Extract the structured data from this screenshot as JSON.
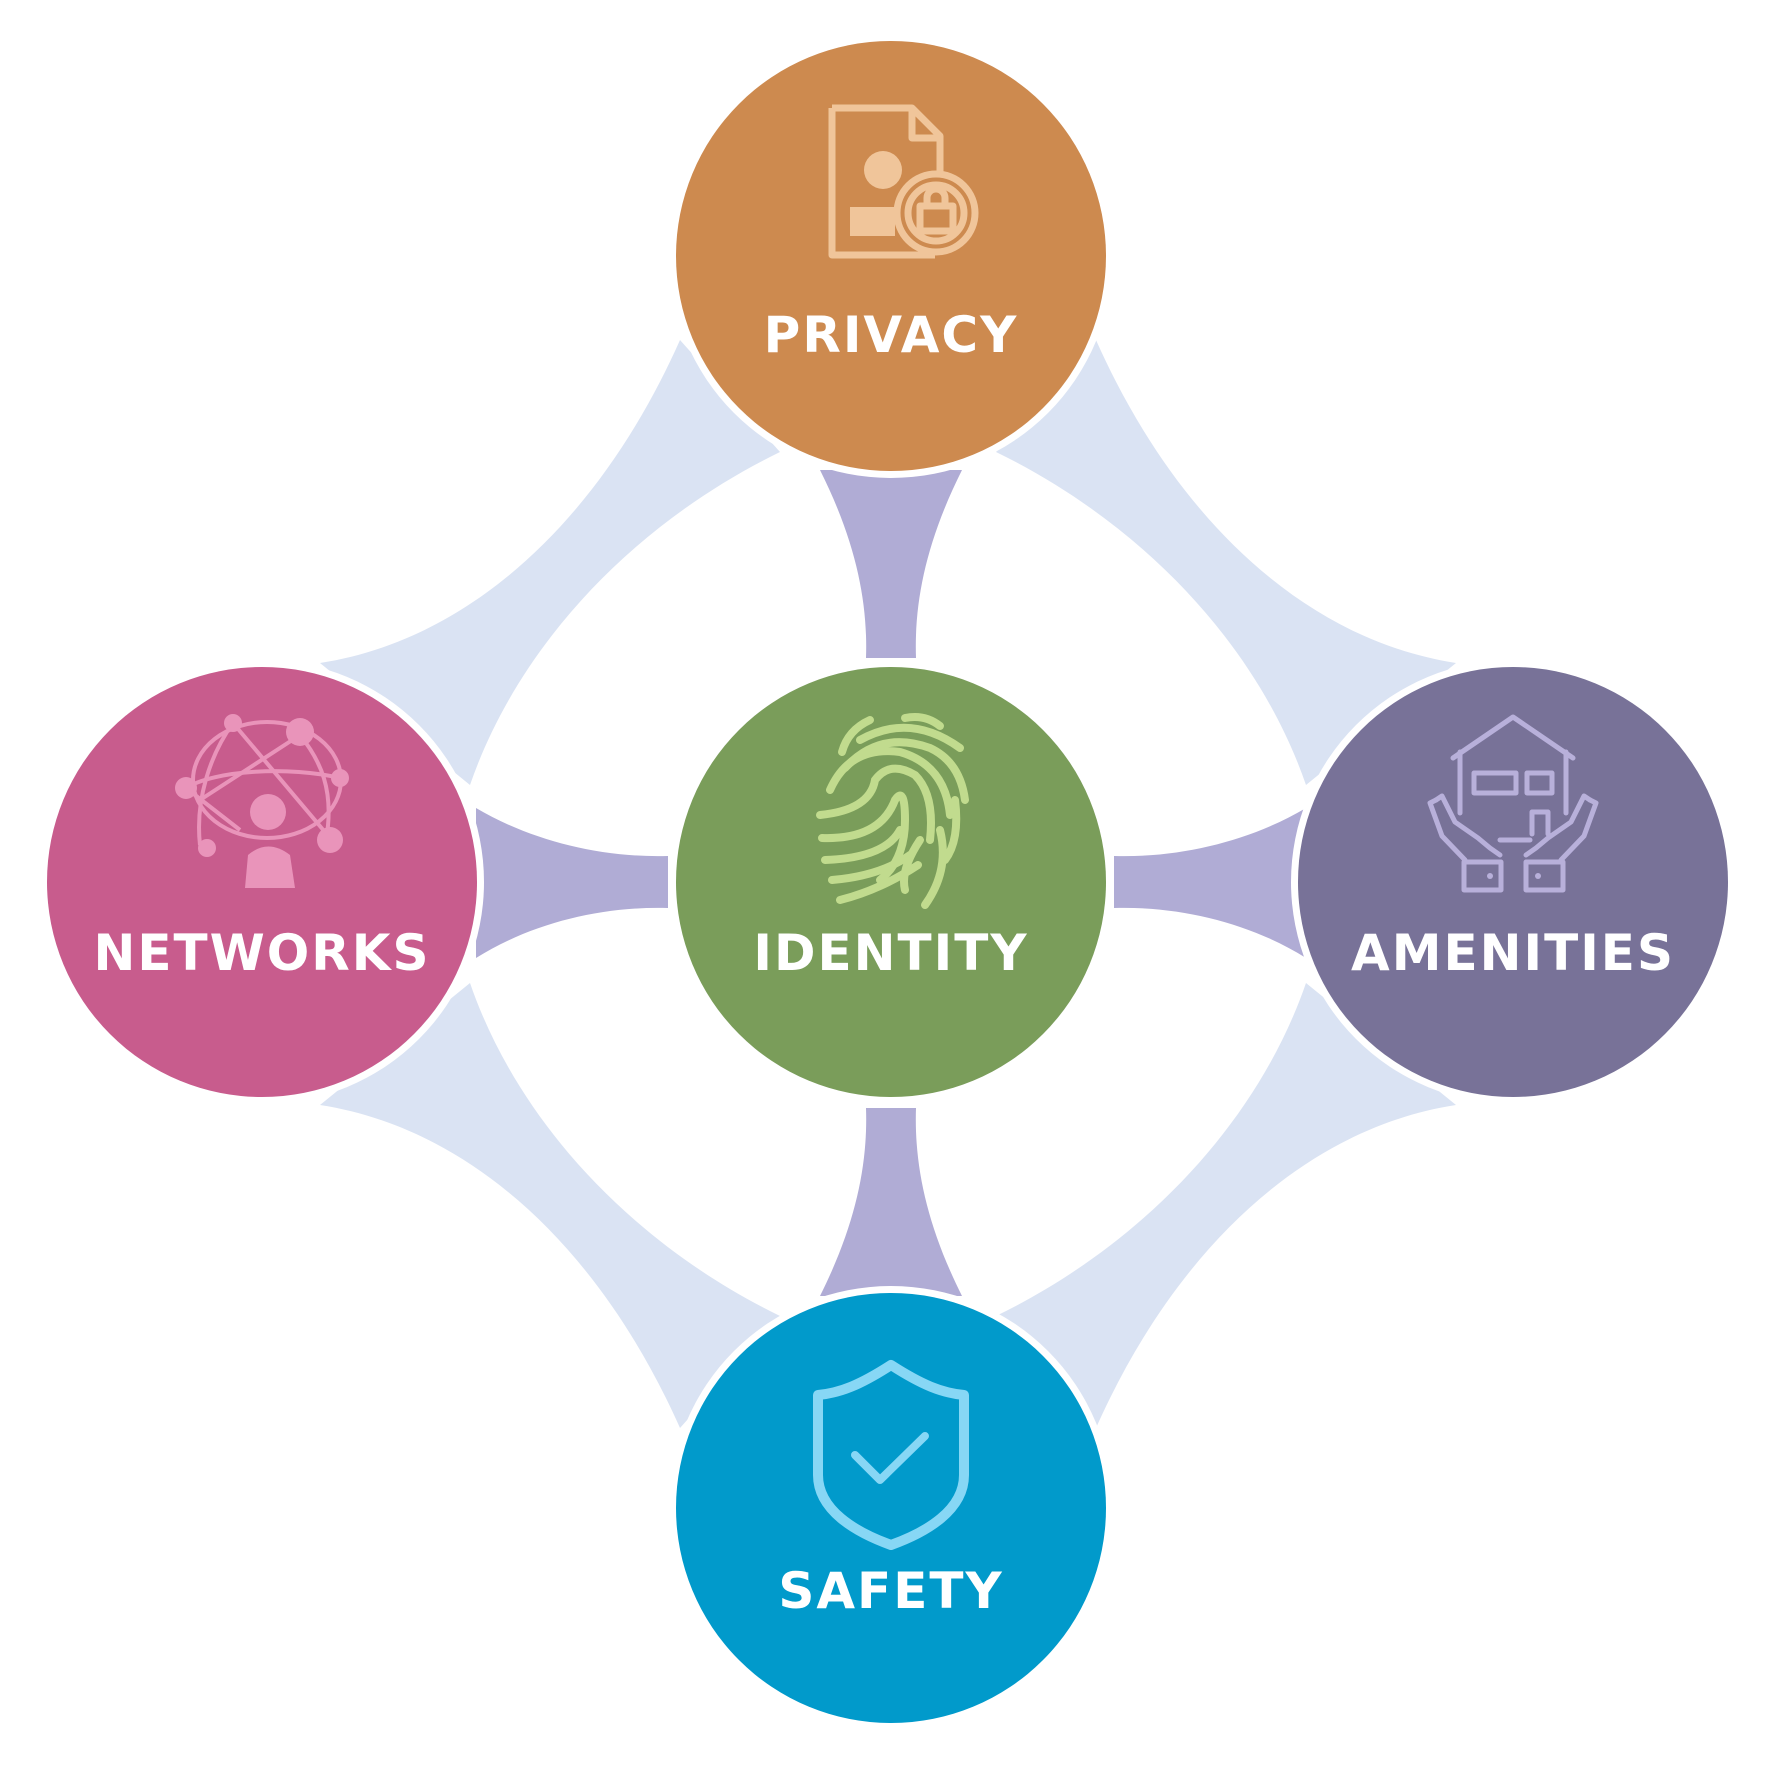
{
  "diagram": {
    "nodes": {
      "privacy": {
        "label": "PRIVACY",
        "color": "#CD8A4F",
        "icon": "document-lock-icon",
        "icon_color": "#F0C59A"
      },
      "networks": {
        "label": "NETWORKS",
        "color": "#C85C8D",
        "icon": "network-person-icon",
        "icon_color": "#E994BA"
      },
      "identity": {
        "label": "IDENTITY",
        "color": "#7A9D5A",
        "icon": "fingerprint-icon",
        "icon_color": "#C1DB8E"
      },
      "amenities": {
        "label": "AMENITIES",
        "color": "#787298",
        "icon": "house-in-hands-icon",
        "icon_color": "#B8B0DA"
      },
      "safety": {
        "label": "SAFETY",
        "color": "#019ACB",
        "icon": "shield-check-icon",
        "icon_color": "#87D7F5"
      }
    },
    "connector_colors": {
      "inner": "#B0ACD5",
      "outer": "#DAE3F3"
    }
  }
}
